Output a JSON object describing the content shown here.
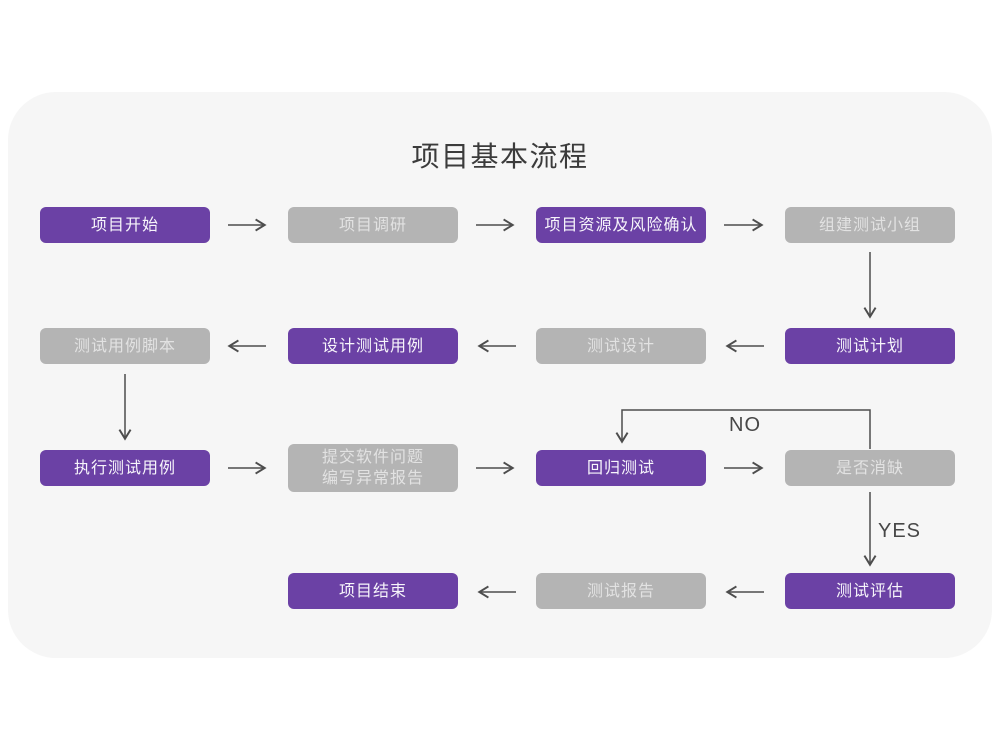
{
  "title": "项目基本流程",
  "palette": {
    "accent": "#6B41A5",
    "muted": "#B4B4B4",
    "card": "#F6F6F6",
    "line": "#4D4D4D",
    "ink": "#3B3B3B"
  },
  "nodes": [
    {
      "id": "project-start",
      "label": "项目开始",
      "variant": "accent"
    },
    {
      "id": "project-research",
      "label": "项目调研",
      "variant": "muted"
    },
    {
      "id": "resources-risk",
      "label": "项目资源及风险确认",
      "variant": "accent"
    },
    {
      "id": "build-test-team",
      "label": "组建测试小组",
      "variant": "muted"
    },
    {
      "id": "test-case-script",
      "label": "测试用例脚本",
      "variant": "muted"
    },
    {
      "id": "design-test-case",
      "label": "设计测试用例",
      "variant": "accent"
    },
    {
      "id": "test-design",
      "label": "测试设计",
      "variant": "muted"
    },
    {
      "id": "test-plan",
      "label": "测试计划",
      "variant": "accent"
    },
    {
      "id": "execute-test-case",
      "label": "执行测试用例",
      "variant": "accent"
    },
    {
      "id": "submit-issue-report",
      "label": "提交软件问题\n编写异常报告",
      "variant": "muted"
    },
    {
      "id": "regression-test",
      "label": "回归测试",
      "variant": "accent"
    },
    {
      "id": "defect-resolved",
      "label": "是否消缺",
      "variant": "muted"
    },
    {
      "id": "project-end",
      "label": "项目结束",
      "variant": "accent"
    },
    {
      "id": "test-report",
      "label": "测试报告",
      "variant": "muted"
    },
    {
      "id": "test-evaluation",
      "label": "测试评估",
      "variant": "accent"
    }
  ],
  "edge_labels": {
    "no": "NO",
    "yes": "YES"
  }
}
